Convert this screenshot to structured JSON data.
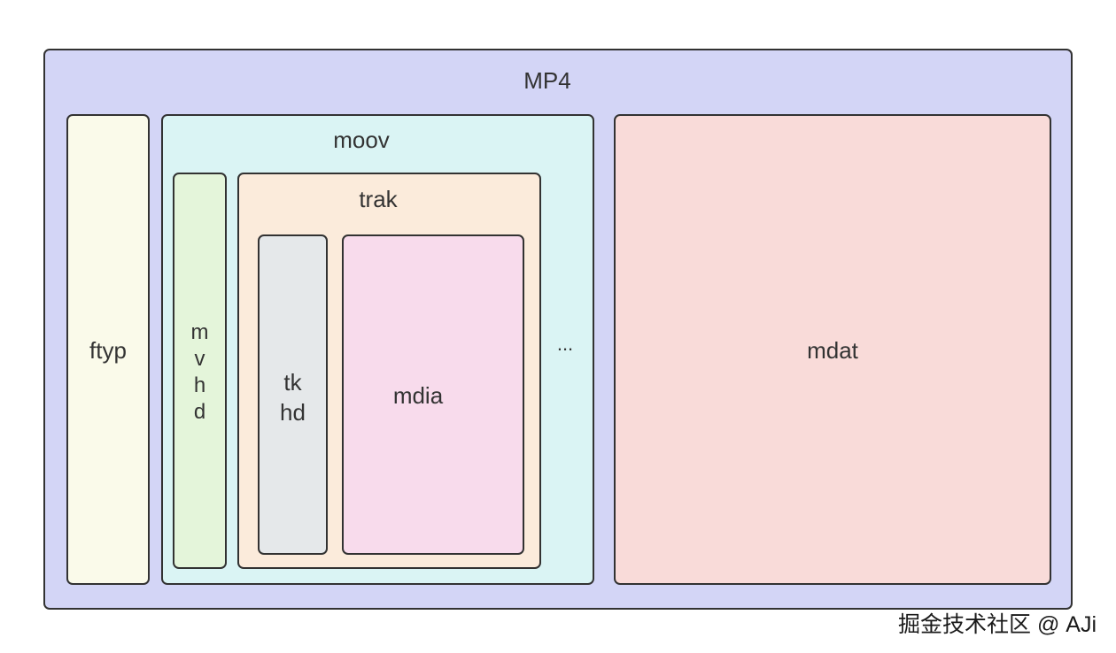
{
  "diagram": {
    "root": {
      "label": "MP4",
      "color": "#d3d5f6"
    },
    "ftyp": {
      "label": "ftyp",
      "color": "#fafaea"
    },
    "moov": {
      "label": "moov",
      "color": "#daf4f4"
    },
    "mvhd": {
      "lines": [
        "m",
        "v",
        "h",
        "d"
      ],
      "color": "#e4f5da"
    },
    "trak": {
      "label": "trak",
      "color": "#fbebdb"
    },
    "tkhd": {
      "lines": [
        "tk",
        "hd"
      ],
      "color": "#e5e8ea"
    },
    "mdia": {
      "label": "mdia",
      "color": "#f8dbec"
    },
    "ellipsis": {
      "label": "..."
    },
    "mdat": {
      "label": "mdat",
      "color": "#f9dbd9"
    }
  },
  "watermark": {
    "text": "掘金技术社区 @ AJi"
  }
}
